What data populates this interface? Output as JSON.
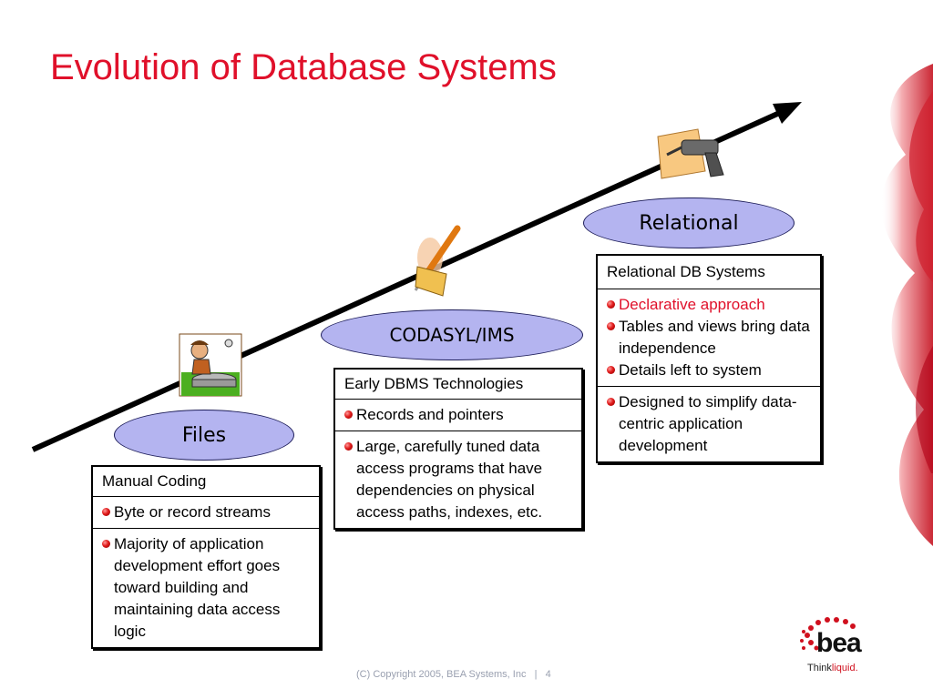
{
  "slide": {
    "title": "Evolution of Database Systems",
    "footer": "(C) Copyright 2005, BEA Systems, Inc   |   4"
  },
  "stages": {
    "files": {
      "label": "Files",
      "icon": "caveman-stone-wheel-icon",
      "heading": "Manual Coding",
      "items": [
        "Byte or record streams",
        "Majority of application development effort goes toward building and maintaining data access logic"
      ]
    },
    "codasyl": {
      "label": "CODASYL/IMS",
      "icon": "screwdriver-icon",
      "heading": "Early DBMS Technologies",
      "items": [
        "Records and pointers",
        "Large, carefully tuned data access programs that have dependencies on physical access paths, indexes, etc."
      ]
    },
    "relational": {
      "label": "Relational",
      "icon": "power-drill-icon",
      "heading": "Relational DB Systems",
      "group1": [
        "Declarative approach",
        "Tables and views bring data independence",
        "Details left to system"
      ],
      "group2": [
        "Designed to simplify data-centric application development"
      ]
    }
  },
  "brand": {
    "logo_text": "bea",
    "tagline_think": "Think",
    "tagline_liquid": "liquid."
  },
  "colors": {
    "title": "#e0102a",
    "oval_fill": "#b4b4f0",
    "accent_red": "#e0102a"
  }
}
